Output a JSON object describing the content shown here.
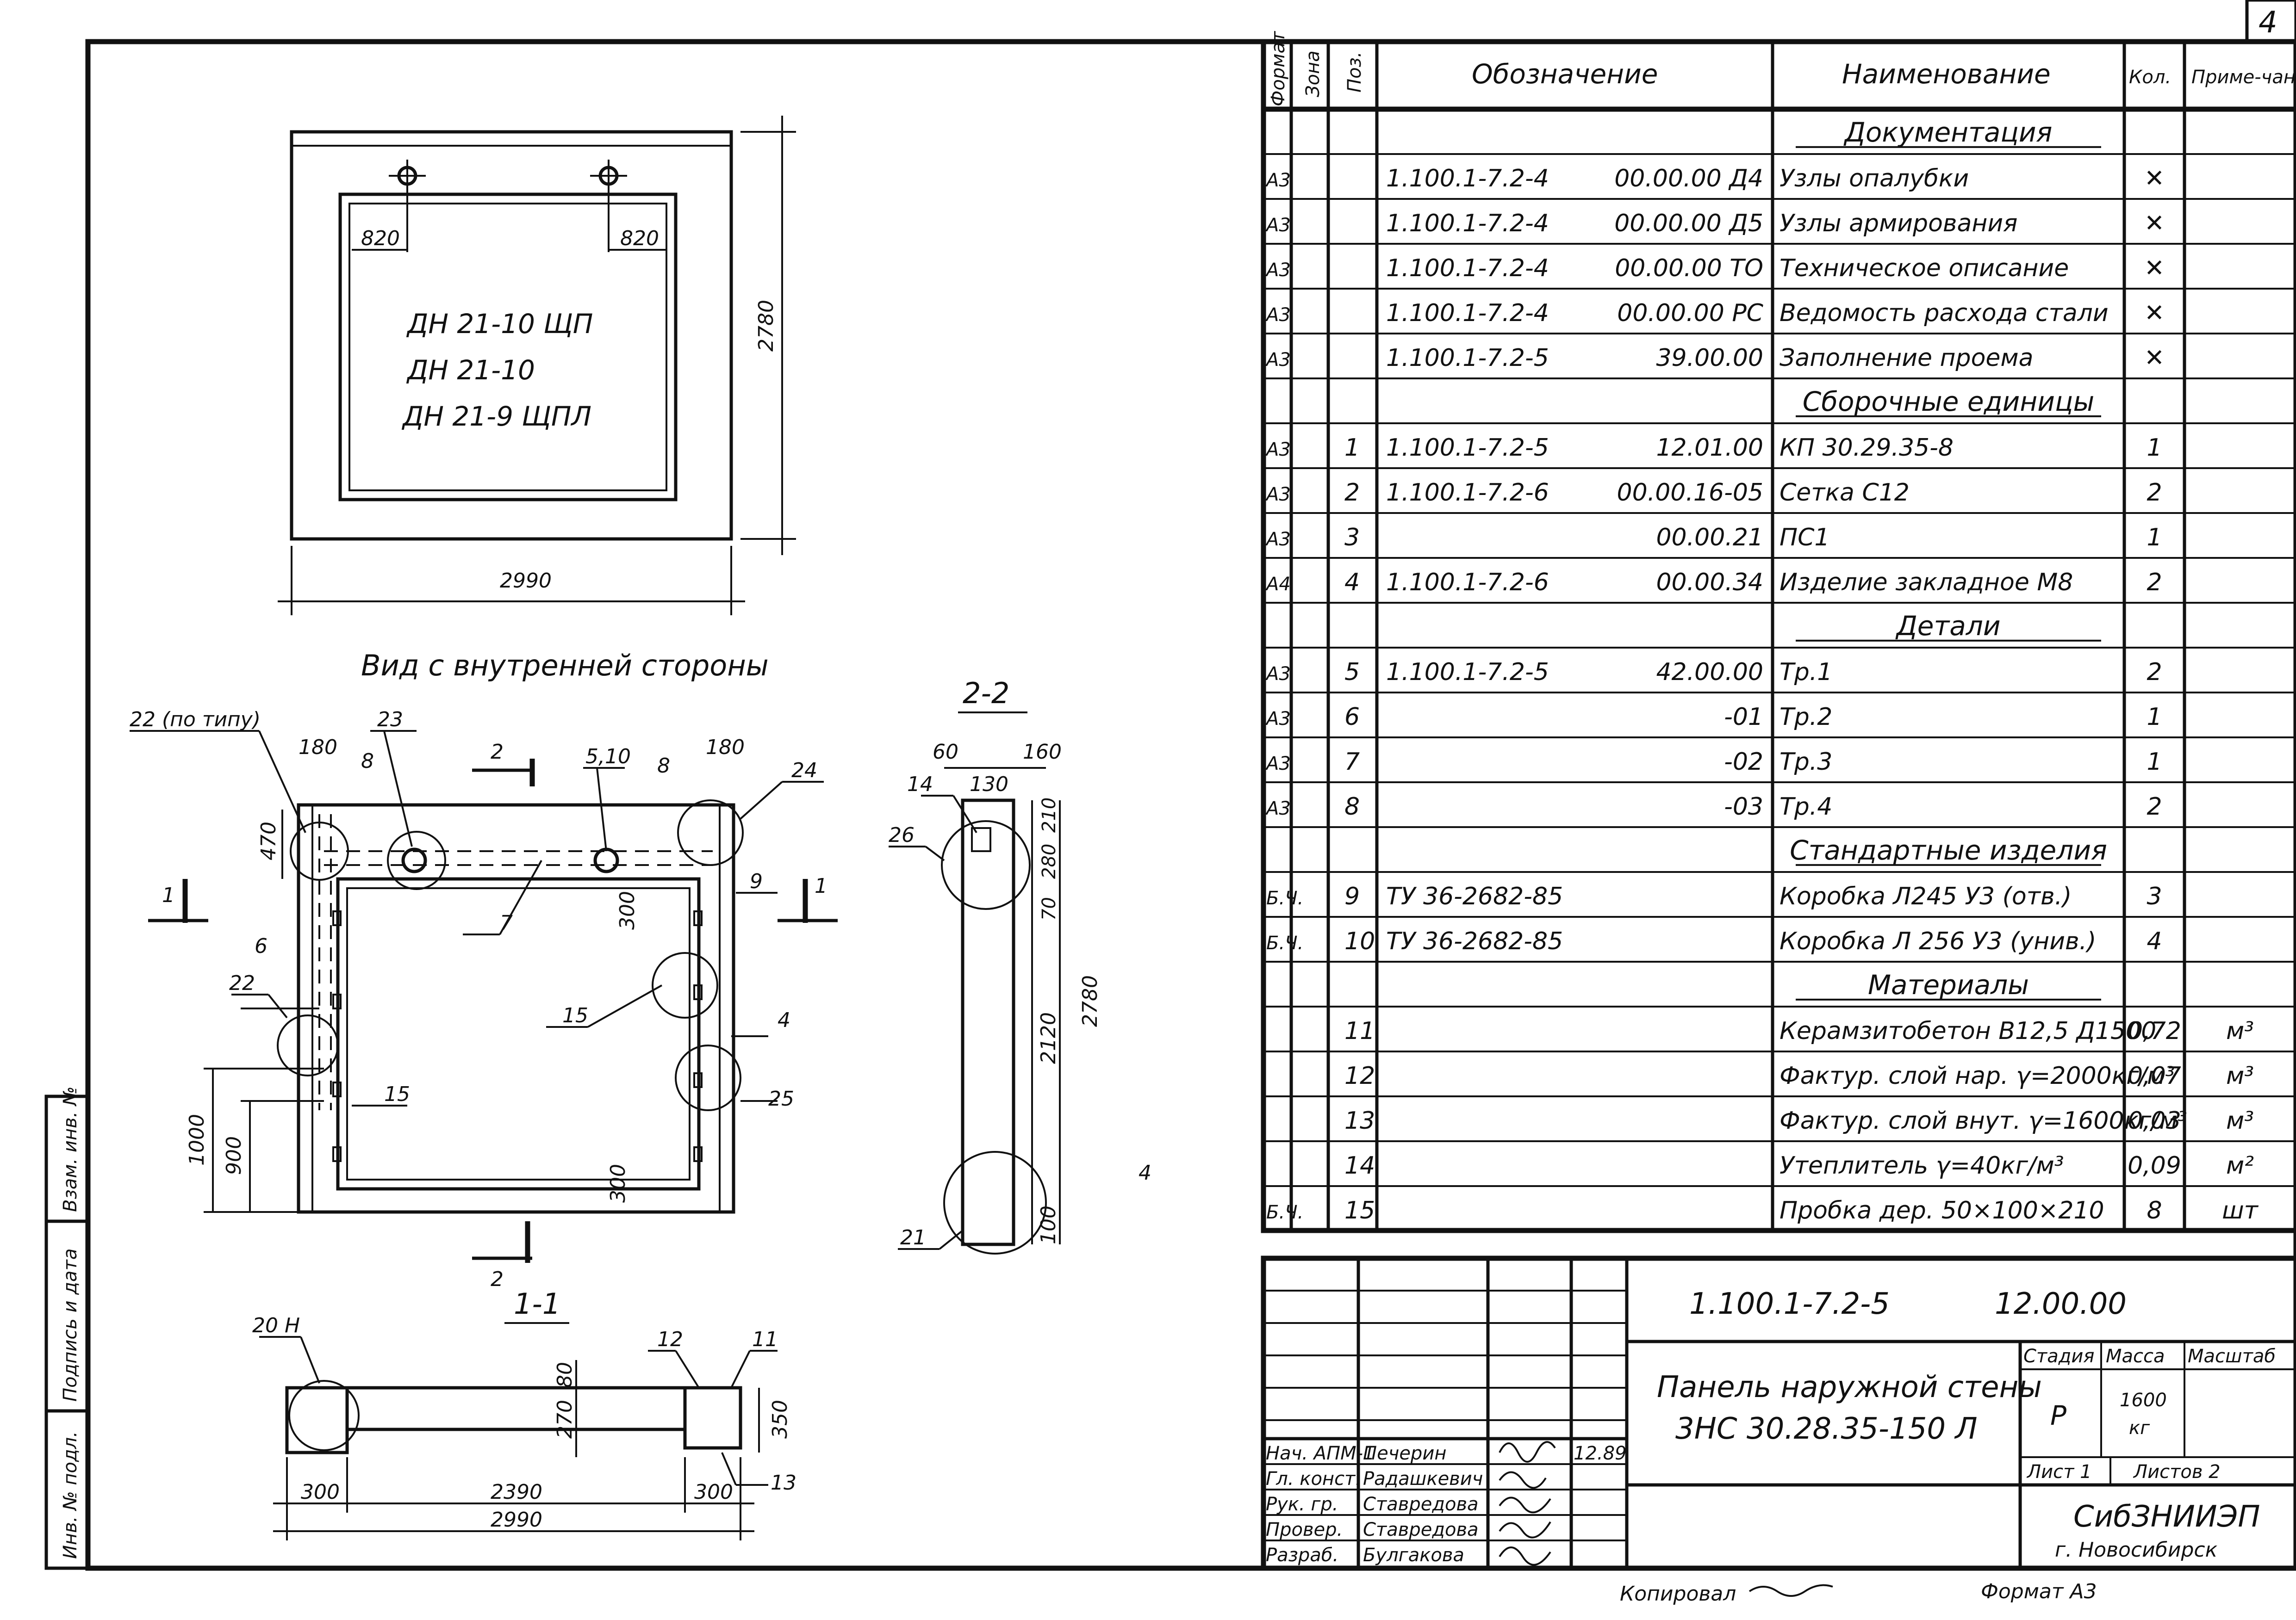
{
  "sheet_number": "4",
  "plan": {
    "marks": [
      "ДН 21-10 ЩП",
      "ДН 21-10",
      "ДН 21-9 ЩПЛ"
    ],
    "dims": {
      "left_offset": "820",
      "right_offset": "820",
      "height": "2780",
      "width": "2990"
    }
  },
  "inner_view": {
    "title": "Вид с внутренней стороны",
    "callouts": [
      "22 (по типу)",
      "23",
      "8",
      "2",
      "5,10",
      "8",
      "24",
      "9",
      "1",
      "1",
      "7",
      "6",
      "22",
      "15",
      "4",
      "15",
      "25",
      "2",
      "4"
    ],
    "dims": [
      "180",
      "180",
      "470",
      "300",
      "300",
      "1000",
      "900"
    ]
  },
  "section_22": {
    "title": "2-2",
    "dims": [
      "60",
      "130",
      "160",
      "210",
      "280",
      "70",
      "2120",
      "2780",
      "100"
    ],
    "callouts": [
      "14",
      "26",
      "21"
    ]
  },
  "section_11": {
    "title": "1-1",
    "callouts": [
      "20 Н",
      "12",
      "11",
      "13"
    ],
    "dims": [
      "80",
      "270",
      "350",
      "300",
      "2390",
      "300",
      "2990"
    ]
  },
  "spec": {
    "headers": {
      "format": "Формат",
      "zone": "Зона",
      "pos": "Поз.",
      "designation": "Обозначение",
      "name": "Наименование",
      "qty": "Кол.",
      "note": "Приме-чание"
    },
    "rows": [
      {
        "type": "section",
        "name": "Документация"
      },
      {
        "fmt": "А3",
        "pos": "",
        "des1": "1.100.1-7.2-4",
        "des2": "00.00.00 Д4",
        "name": "Узлы опалубки",
        "qty": "✕",
        "note": ""
      },
      {
        "fmt": "А3",
        "pos": "",
        "des1": "1.100.1-7.2-4",
        "des2": "00.00.00 Д5",
        "name": "Узлы армирования",
        "qty": "✕",
        "note": ""
      },
      {
        "fmt": "А3",
        "pos": "",
        "des1": "1.100.1-7.2-4",
        "des2": "00.00.00 ТО",
        "name": "Техническое описание",
        "qty": "✕",
        "note": ""
      },
      {
        "fmt": "А3",
        "pos": "",
        "des1": "1.100.1-7.2-4",
        "des2": "00.00.00 РС",
        "name": "Ведомость расхода стали",
        "qty": "✕",
        "note": ""
      },
      {
        "fmt": "А3",
        "pos": "",
        "des1": "1.100.1-7.2-5",
        "des2": "39.00.00",
        "name": "Заполнение проема",
        "qty": "✕",
        "note": ""
      },
      {
        "type": "section",
        "name": "Сборочные единицы"
      },
      {
        "fmt": "А3",
        "pos": "1",
        "des1": "1.100.1-7.2-5",
        "des2": "12.01.00",
        "name": "КП 30.29.35-8",
        "qty": "1",
        "note": ""
      },
      {
        "fmt": "А3",
        "pos": "2",
        "des1": "1.100.1-7.2-6",
        "des2": "00.00.16-05",
        "name": "Сетка С12",
        "qty": "2",
        "note": ""
      },
      {
        "fmt": "А3",
        "pos": "3",
        "des1": "",
        "des2": "00.00.21",
        "name": "ПС1",
        "qty": "1",
        "note": ""
      },
      {
        "fmt": "А4",
        "pos": "4",
        "des1": "1.100.1-7.2-6",
        "des2": "00.00.34",
        "name": "Изделие закладное М8",
        "qty": "2",
        "note": ""
      },
      {
        "type": "section",
        "name": "Детали"
      },
      {
        "fmt": "А3",
        "pos": "5",
        "des1": "1.100.1-7.2-5",
        "des2": "42.00.00",
        "name": "Тр.1",
        "qty": "2",
        "note": ""
      },
      {
        "fmt": "А3",
        "pos": "6",
        "des1": "",
        "des2": "-01",
        "name": "Тр.2",
        "qty": "1",
        "note": ""
      },
      {
        "fmt": "А3",
        "pos": "7",
        "des1": "",
        "des2": "-02",
        "name": "Тр.3",
        "qty": "1",
        "note": ""
      },
      {
        "fmt": "А3",
        "pos": "8",
        "des1": "",
        "des2": "-03",
        "name": "Тр.4",
        "qty": "2",
        "note": ""
      },
      {
        "type": "section",
        "name": "Стандартные изделия"
      },
      {
        "fmt": "Б.Ч.",
        "pos": "9",
        "des1": "ТУ 36-2682-85",
        "des2": "",
        "name": "Коробка Л245 У3 (отв.)",
        "qty": "3",
        "note": ""
      },
      {
        "fmt": "Б.Ч.",
        "pos": "10",
        "des1": "ТУ 36-2682-85",
        "des2": "",
        "name": "Коробка Л 256 У3 (унив.)",
        "qty": "4",
        "note": ""
      },
      {
        "type": "section",
        "name": "Материалы"
      },
      {
        "fmt": "",
        "pos": "11",
        "des1": "",
        "des2": "",
        "name": "Керамзитобетон В12,5 Д1500",
        "qty": "0,72",
        "note": "м³"
      },
      {
        "fmt": "",
        "pos": "12",
        "des1": "",
        "des2": "",
        "name": "Фактур. слой нар. γ=2000кг/м³",
        "qty": "0,07",
        "note": "м³"
      },
      {
        "fmt": "",
        "pos": "13",
        "des1": "",
        "des2": "",
        "name": "Фактур. слой внут. γ=1600кг/м³",
        "qty": "0,03",
        "note": "м³"
      },
      {
        "fmt": "",
        "pos": "14",
        "des1": "",
        "des2": "",
        "name": "Утеплитель γ=40кг/м³",
        "qty": "0,09",
        "note": "м²"
      },
      {
        "fmt": "Б.Ч.",
        "pos": "15",
        "des1": "",
        "des2": "",
        "name": "Пробка дер. 50×100×210",
        "qty": "8",
        "note": "шт"
      }
    ]
  },
  "title_block": {
    "code1": "1.100.1-7.2-5",
    "code2": "12.00.00",
    "title_line1": "Панель наружной стены",
    "title_line2": "3НС 30.28.35-150 Л",
    "stage_label": "Стадия",
    "mass_label": "Масса",
    "scale_label": "Масштаб",
    "stage": "Р",
    "mass": "1600",
    "mass_unit": "кг",
    "sheet_label": "Лист 1",
    "sheets_label": "Листов 2",
    "org": "СибЗНИИЭП",
    "city": "г. Новосибирск",
    "date": "12.89",
    "signers": [
      {
        "role": "Нач. АПМ-1",
        "name": "Печерин"
      },
      {
        "role": "Гл. конст.",
        "name": "Радашкевич"
      },
      {
        "role": "Рук. гр.",
        "name": "Ставредова"
      },
      {
        "role": "Провер.",
        "name": "Ставредова"
      },
      {
        "role": "Разраб.",
        "name": "Булгакова"
      }
    ]
  },
  "side_stamp": [
    "Инв. № подл.",
    "Подпись и дата",
    "Взам. инв. №"
  ],
  "footer": {
    "copied": "Копировал",
    "format": "Формат А3"
  }
}
